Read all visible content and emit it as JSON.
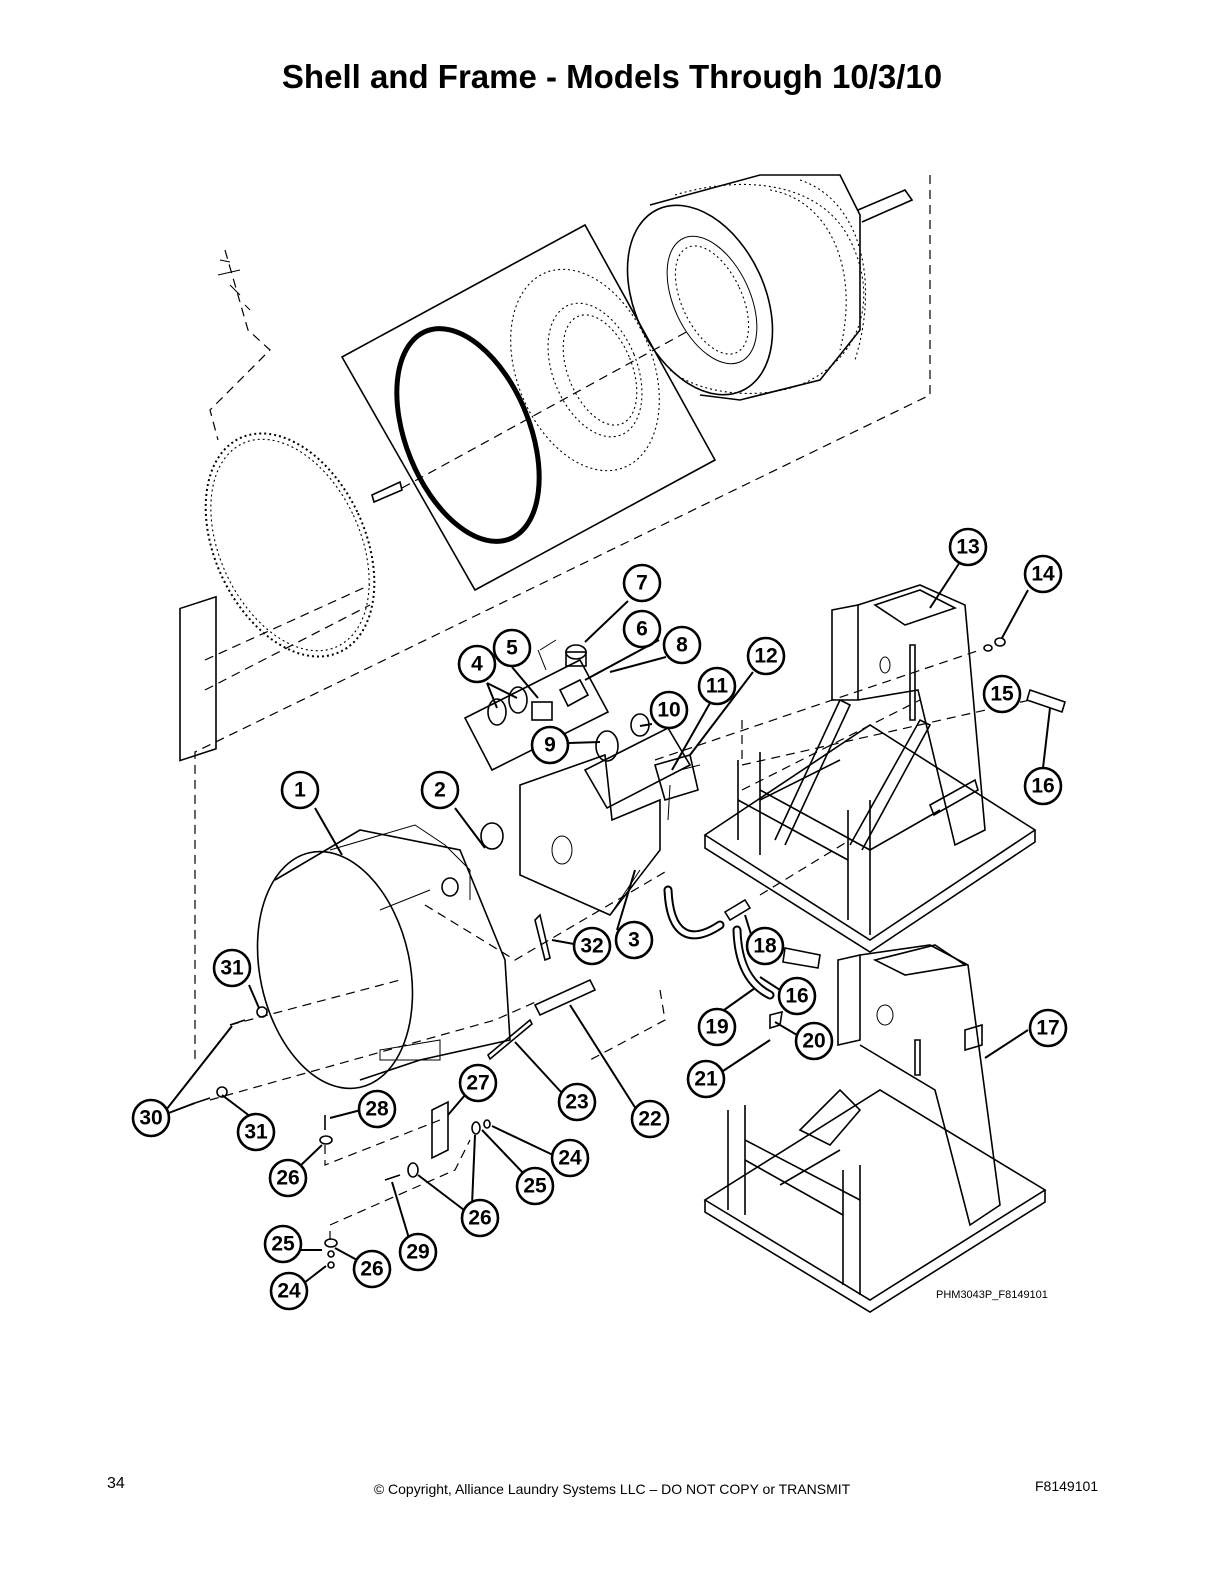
{
  "page": {
    "title": "Shell and Frame - Models Through 10/3/10",
    "figure_code": "PHM3043P_F8149101",
    "page_number": "34",
    "copyright": "© Copyright, Alliance Laundry Systems LLC – DO NOT COPY or TRANSMIT",
    "doc_number": "F8149101"
  },
  "callouts": [
    {
      "id": "c1",
      "label": "1"
    },
    {
      "id": "c2",
      "label": "2"
    },
    {
      "id": "c3",
      "label": "3"
    },
    {
      "id": "c4",
      "label": "4"
    },
    {
      "id": "c5",
      "label": "5"
    },
    {
      "id": "c6",
      "label": "6"
    },
    {
      "id": "c7",
      "label": "7"
    },
    {
      "id": "c8",
      "label": "8"
    },
    {
      "id": "c9",
      "label": "9"
    },
    {
      "id": "c10",
      "label": "10"
    },
    {
      "id": "c11",
      "label": "11"
    },
    {
      "id": "c12",
      "label": "12"
    },
    {
      "id": "c13",
      "label": "13"
    },
    {
      "id": "c14",
      "label": "14"
    },
    {
      "id": "c15",
      "label": "15"
    },
    {
      "id": "c16a",
      "label": "16"
    },
    {
      "id": "c16b",
      "label": "16"
    },
    {
      "id": "c17",
      "label": "17"
    },
    {
      "id": "c18",
      "label": "18"
    },
    {
      "id": "c19",
      "label": "19"
    },
    {
      "id": "c20",
      "label": "20"
    },
    {
      "id": "c21",
      "label": "21"
    },
    {
      "id": "c22",
      "label": "22"
    },
    {
      "id": "c23",
      "label": "23"
    },
    {
      "id": "c24a",
      "label": "24"
    },
    {
      "id": "c24b",
      "label": "24"
    },
    {
      "id": "c25a",
      "label": "25"
    },
    {
      "id": "c25b",
      "label": "25"
    },
    {
      "id": "c26a",
      "label": "26"
    },
    {
      "id": "c26b",
      "label": "26"
    },
    {
      "id": "c26c",
      "label": "26"
    },
    {
      "id": "c27",
      "label": "27"
    },
    {
      "id": "c28",
      "label": "28"
    },
    {
      "id": "c29",
      "label": "29"
    },
    {
      "id": "c30",
      "label": "30"
    },
    {
      "id": "c31a",
      "label": "31"
    },
    {
      "id": "c31b",
      "label": "31"
    },
    {
      "id": "c32",
      "label": "32"
    }
  ]
}
